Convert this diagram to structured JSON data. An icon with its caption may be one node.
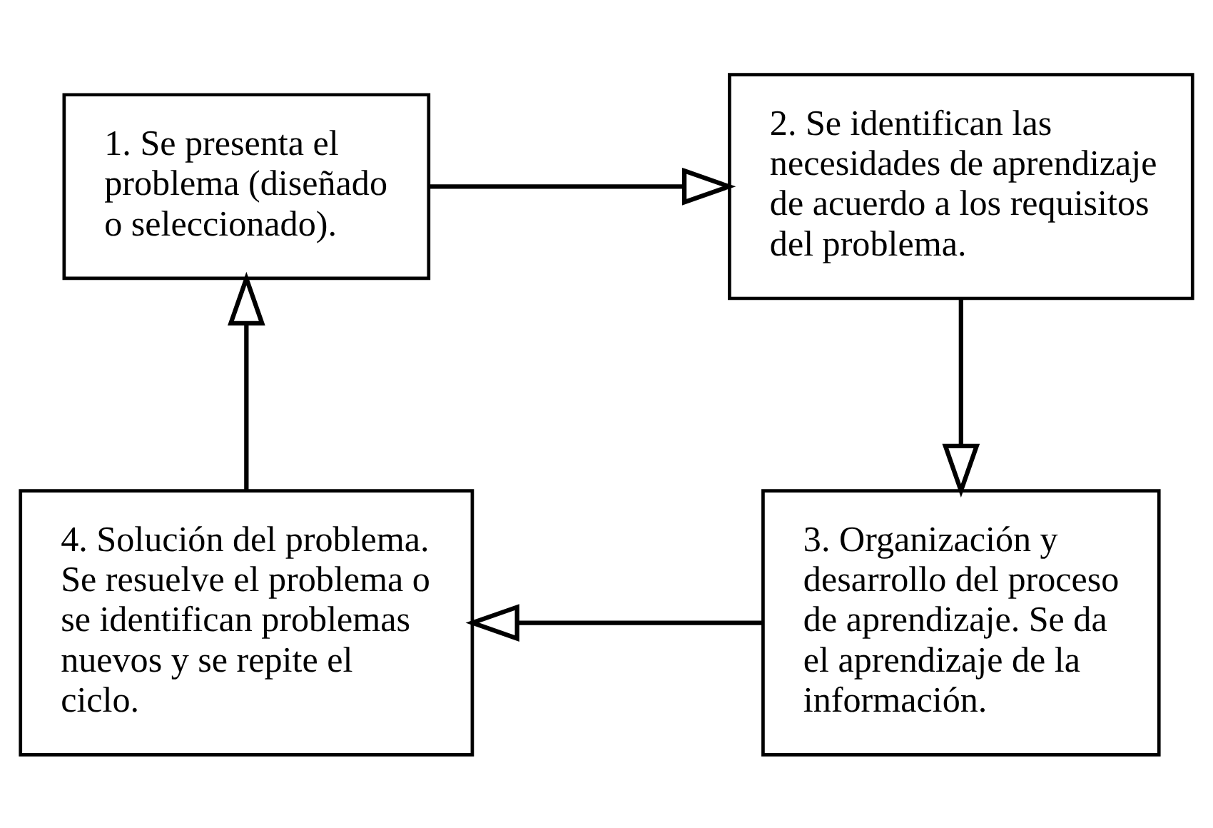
{
  "diagram": {
    "nodes": [
      {
        "text": [
          "1. Se presenta el problema (diseñado o seleccionado)."
        ]
      },
      {
        "text": [
          "2. Se identifican las necesidades de aprendizaje de acuerdo a los requisitos del problema."
        ]
      },
      {
        "text": [
          "3. Organización y desarrollo del proceso de aprendizaje. Se da el aprendizaje de la información."
        ]
      },
      {
        "text": [
          "4. Solución del problema. Se resuelve el problema o se identifican problemas nuevos y se repite el ciclo."
        ]
      }
    ],
    "edges": [
      {
        "from": 0,
        "to": 1,
        "arrow": "to"
      },
      {
        "from": 1,
        "to": 2,
        "arrow": "to"
      },
      {
        "from": 2,
        "to": 3,
        "arrow": "to"
      },
      {
        "from": 3,
        "to": 0,
        "arrow": "to"
      }
    ]
  }
}
